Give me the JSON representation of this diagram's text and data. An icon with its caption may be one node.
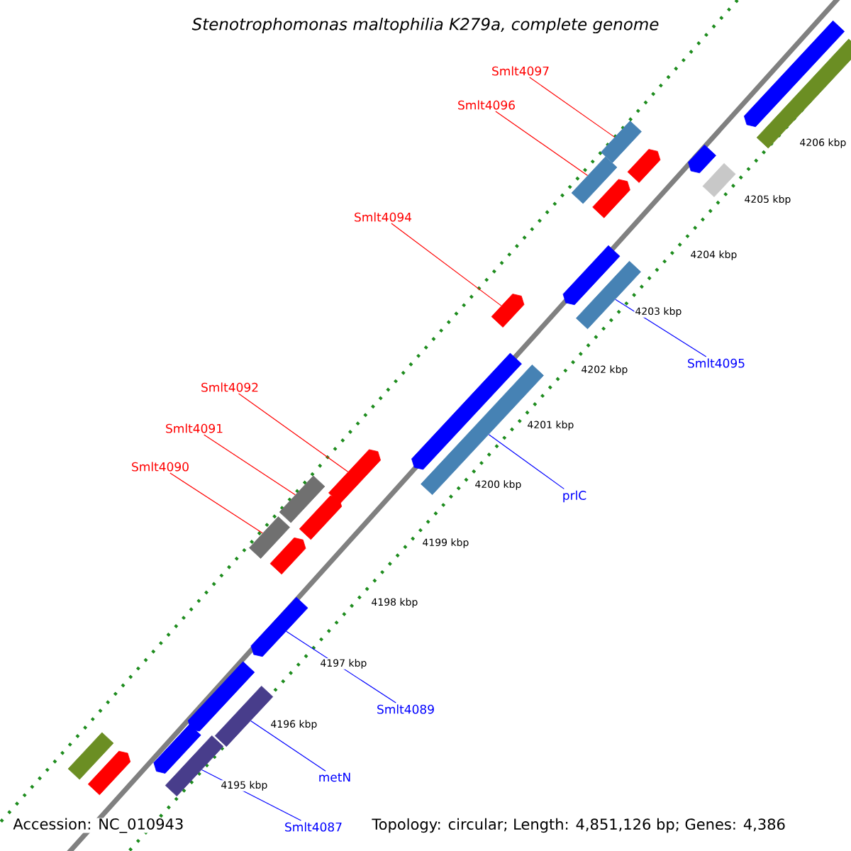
{
  "diagram": {
    "title": "Stenotrophomonas maltophilia K279a, complete genome",
    "nodes": [
      {
        "text": [
          "Smlt4097"
        ]
      },
      {
        "text": [
          "Smlt4096"
        ]
      },
      {
        "text": [
          "Smlt4094"
        ]
      },
      {
        "text": [
          "Smlt4095"
        ]
      },
      {
        "text": [
          "Smlt4092"
        ]
      },
      {
        "text": [
          "Smlt4091"
        ]
      },
      {
        "text": [
          "prlC"
        ]
      },
      {
        "text": [
          "Smlt4090"
        ]
      },
      {
        "text": [
          "Smlt4089"
        ]
      },
      {
        "text": [
          "metN"
        ]
      },
      {
        "text": [
          "Smlt4087"
        ]
      },
      {
        "text": [],
        "shape": "pentagon"
      },
      {
        "text": [],
        "shape": "box"
      },
      {
        "text": [],
        "shape": "box"
      },
      {
        "text": [],
        "shape": "pentagon"
      },
      {
        "text": [],
        "shape": "pentagon"
      },
      {
        "text": [],
        "shape": "box"
      },
      {
        "text": [],
        "shape": "box"
      },
      {
        "text": [],
        "shape": "pentagon"
      },
      {
        "text": [],
        "shape": "pentagon"
      },
      {
        "text": [],
        "shape": "box"
      },
      {
        "text": [],
        "shape": "pentagon"
      },
      {
        "text": [],
        "shape": "pentagon"
      },
      {
        "text": [],
        "shape": "box"
      },
      {
        "text": [],
        "shape": "pentagon"
      },
      {
        "text": [],
        "shape": "box"
      },
      {
        "text": [],
        "shape": "pentagon"
      },
      {
        "text": [],
        "shape": "box"
      },
      {
        "text": [],
        "shape": "pentagon"
      },
      {
        "text": [],
        "shape": "pentagon"
      },
      {
        "text": [],
        "shape": "pentagon"
      },
      {
        "text": [],
        "shape": "box"
      },
      {
        "text": [],
        "shape": "pentagon"
      },
      {
        "text": [],
        "shape": "box"
      },
      {
        "text": [],
        "shape": "box"
      },
      {
        "text": [],
        "shape": "pentagon"
      }
    ],
    "edges": [
      {
        "from": 0,
        "to": 13,
        "arrow": "none"
      },
      {
        "from": 1,
        "to": 16,
        "arrow": "none"
      },
      {
        "from": 2,
        "to": 21,
        "arrow": "none"
      },
      {
        "from": 3,
        "to": 20,
        "arrow": "none",
        "color": "#0000ff"
      },
      {
        "from": 4,
        "to": 24,
        "arrow": "none"
      },
      {
        "from": 5,
        "to": 25,
        "arrow": "none"
      },
      {
        "from": 6,
        "to": 23,
        "arrow": "none",
        "color": "#0000ff"
      },
      {
        "from": 7,
        "to": 27,
        "arrow": "none"
      },
      {
        "from": 8,
        "to": 29,
        "arrow": "none",
        "color": "#0000ff"
      },
      {
        "from": 9,
        "to": 31,
        "arrow": "none",
        "color": "#0000ff"
      },
      {
        "from": 10,
        "to": 34,
        "arrow": "none",
        "color": "#0000ff"
      }
    ],
    "labels": [
      "4206 kbp",
      "4205 kbp",
      "4204 kbp",
      "4203 kbp",
      "4202 kbp",
      "4201 kbp",
      "4200 kbp",
      "4199 kbp",
      "4198 kbp",
      "4197 kbp",
      "4196 kbp",
      "4195 kbp",
      "Accession: NC_010943",
      "Topology: circular; Length: 4,851,126 bp; Genes: 4,386"
    ]
  }
}
